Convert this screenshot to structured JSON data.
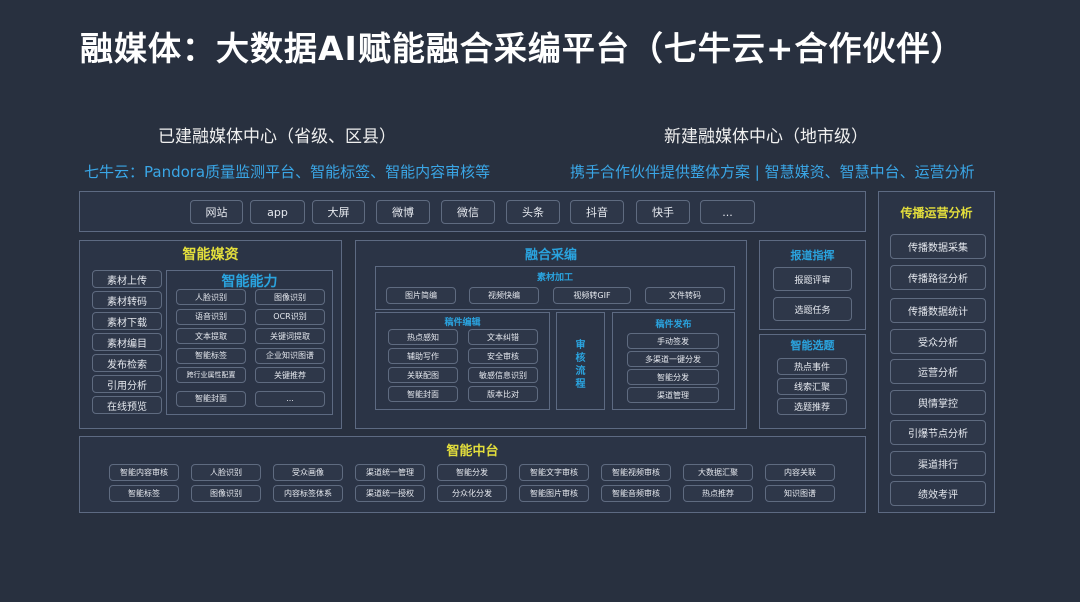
{
  "title": "融媒体：大数据AI赋能融合采编平台（七牛云+合作伙伴）",
  "left_heading": "已建融媒体中心（省级、区县）",
  "right_heading": "新建融媒体中心（地市级）",
  "left_desc": "七牛云：Pandora质量监测平台、智能标签、智能内容审核等",
  "right_desc": "携手合作伙伴提供整体方案 | 智慧媒资、智慧中台、运营分析",
  "channels": [
    "网站",
    "app",
    "大屏",
    "微博",
    "微信",
    "头条",
    "抖音",
    "快手",
    "..."
  ],
  "media": {
    "title": "智能媒资",
    "items": [
      "素材上传",
      "素材转码",
      "素材下载",
      "素材编目",
      "发布检索",
      "引用分析",
      "在线预览"
    ],
    "ability_title": "智能能力",
    "abilities": [
      "人脸识别",
      "图像识别",
      "语音识别",
      "OCR识别",
      "文本提取",
      "关键词提取",
      "智能标签",
      "企业知识图谱",
      "跨行业属性配置",
      "关键推荐",
      "智能封面",
      "..."
    ]
  },
  "fusion": {
    "title": "融合采编",
    "material_title": "素材加工",
    "material": [
      "图片简编",
      "视频快编",
      "视频转GIF",
      "文件转码"
    ],
    "edit_title": "稿件编辑",
    "edit": [
      "热点感知",
      "文本纠错",
      "辅助写作",
      "安全审核",
      "关联配图",
      "敏感信息识别",
      "智能封面",
      "版本比对"
    ],
    "review": "审核流程",
    "publish_title": "稿件发布",
    "publish": [
      "手动签发",
      "多渠道一键分发",
      "智能分发",
      "渠道管理"
    ]
  },
  "command": {
    "title": "报道指挥",
    "items": [
      "报题评审",
      "选题任务"
    ]
  },
  "topic": {
    "title": "智能选题",
    "items": [
      "热点事件",
      "线索汇聚",
      "选题推荐"
    ]
  },
  "middle": {
    "title": "智能中台",
    "row1": [
      "智能内容审核",
      "人脸识别",
      "受众画像",
      "渠道统一管理",
      "智能分发",
      "智能文字审核",
      "智能视频审核",
      "大数据汇聚",
      "内容关联"
    ],
    "row2": [
      "智能标签",
      "图像识别",
      "内容标签体系",
      "渠道统一授权",
      "分众化分发",
      "智能图片审核",
      "智能音频审核",
      "热点推荐",
      "知识图谱"
    ]
  },
  "analysis": {
    "title": "传播运营分析",
    "items": [
      "传播数据采集",
      "传播路径分析",
      "传播数据统计",
      "受众分析",
      "运营分析",
      "舆情掌控",
      "引爆节点分析",
      "渠道排行",
      "绩效考评"
    ]
  }
}
